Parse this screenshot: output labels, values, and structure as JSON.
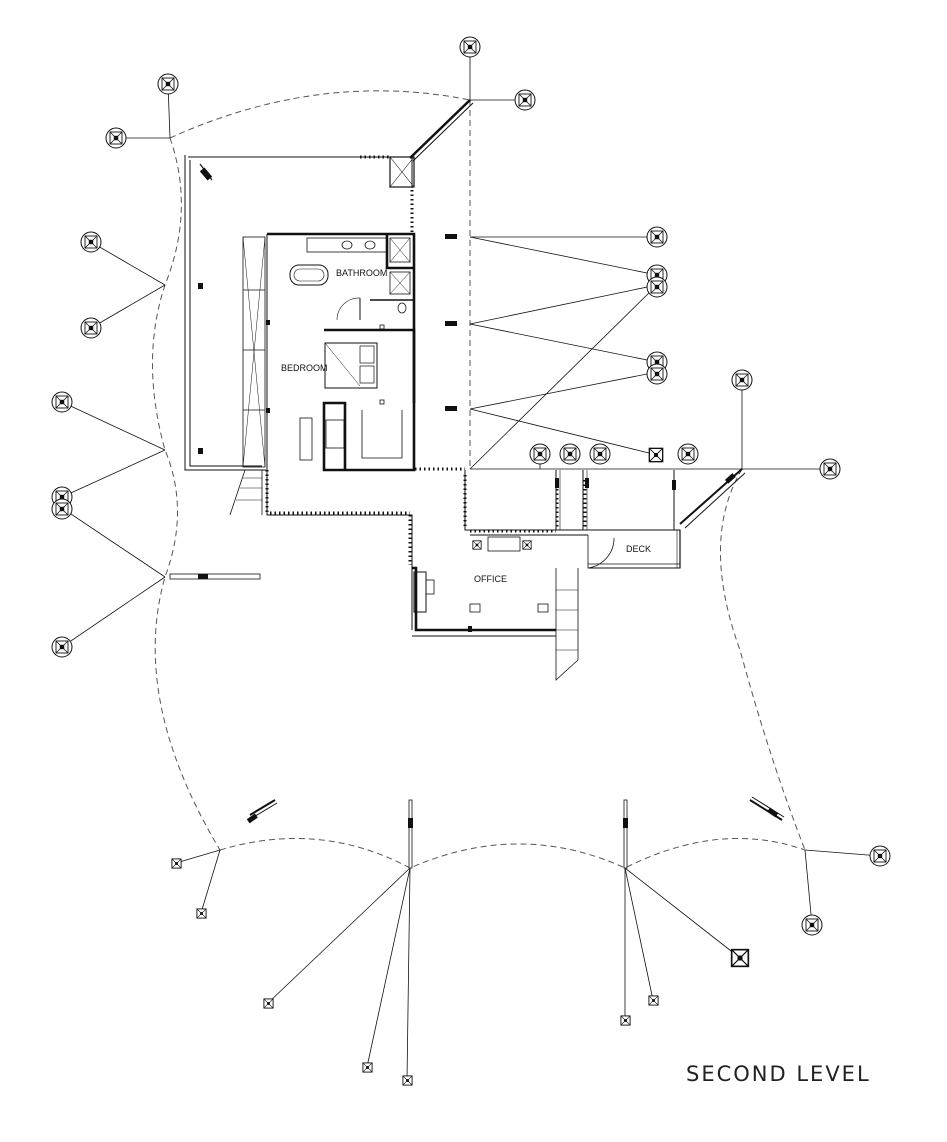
{
  "plan": {
    "title": "SECOND LEVEL",
    "rooms": {
      "bathroom": "BATHROOM",
      "bedroom": "BEDROOM",
      "office": "OFFICE",
      "deck": "DECK"
    }
  },
  "colors": {
    "line": "#111111",
    "dashed": "#555555",
    "background": "#ffffff"
  },
  "icons": {
    "anchor": "anchor-post-symbol",
    "fixture": "fixture-box-symbol"
  }
}
